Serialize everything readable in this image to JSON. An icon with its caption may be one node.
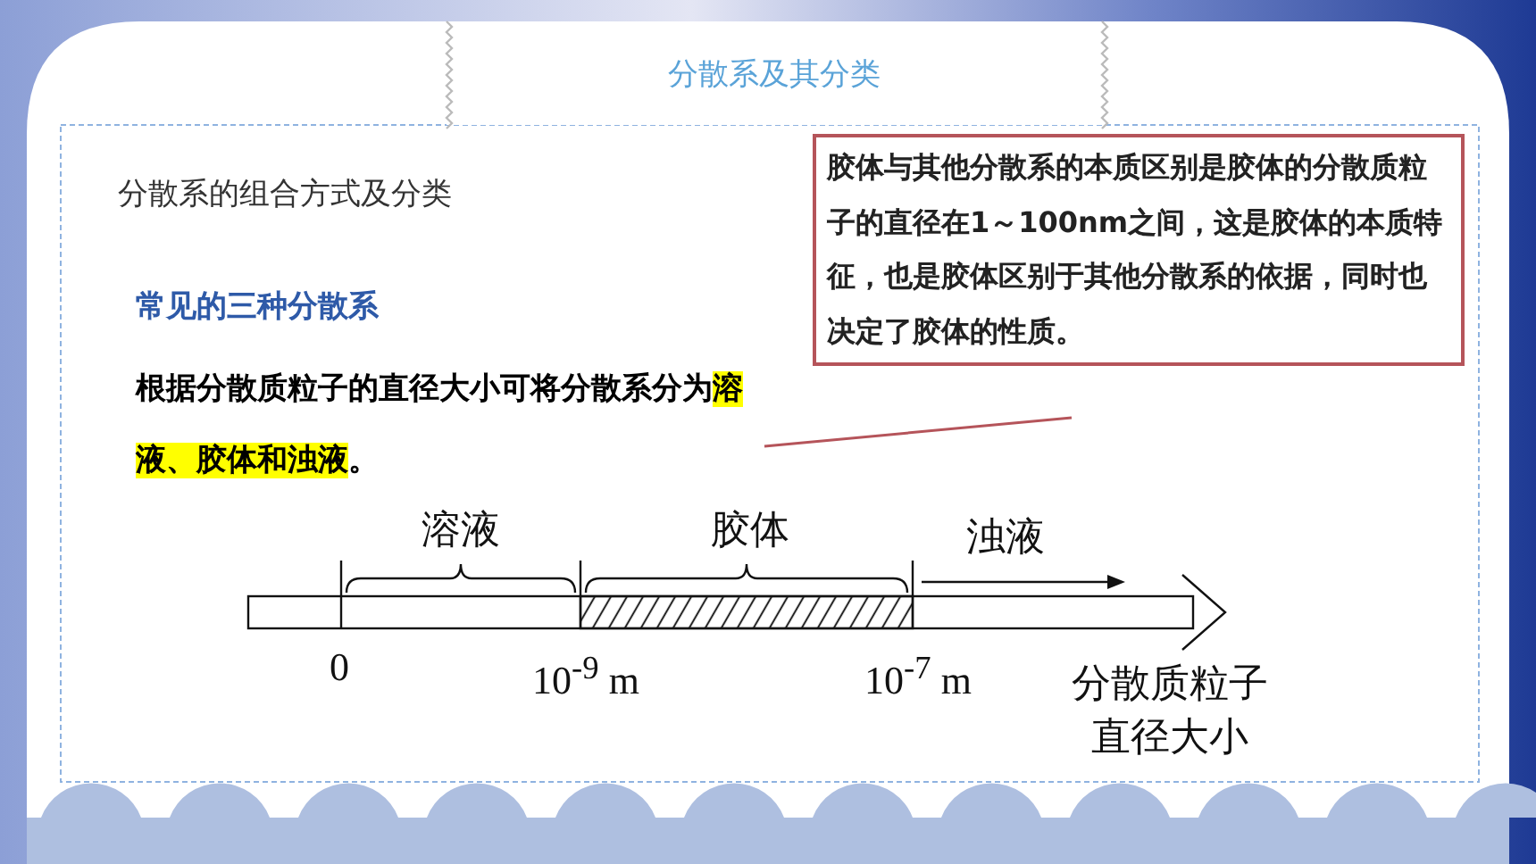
{
  "diagram": {
    "title": "分散系及其分类",
    "nodes": [
      {
        "text": [
          "根据分散质粒子的直径大小可将分散系分为",
          "溶液、胶体和浊液",
          "。"
        ]
      },
      {
        "text": [
          "胶体与其他分散系的本质区别是胶体的分散质粒子的直径在1～100nm之间，这是胶体的本质特征，也是胶体区别于其他分散系的依据，同时也决定了胶体的性质。"
        ]
      }
    ],
    "edges": [
      {
        "from": 0,
        "to": 1,
        "arrow": "none",
        "color": "#b5545a"
      }
    ],
    "labels": [
      "分散系的组合方式及分类",
      "常见的三种分散系",
      "溶液",
      "胶体",
      "浊液",
      "0",
      "10$^{-9}$ m",
      "10$^{-7}$ m",
      "分散质粒子直径大小"
    ]
  }
}
